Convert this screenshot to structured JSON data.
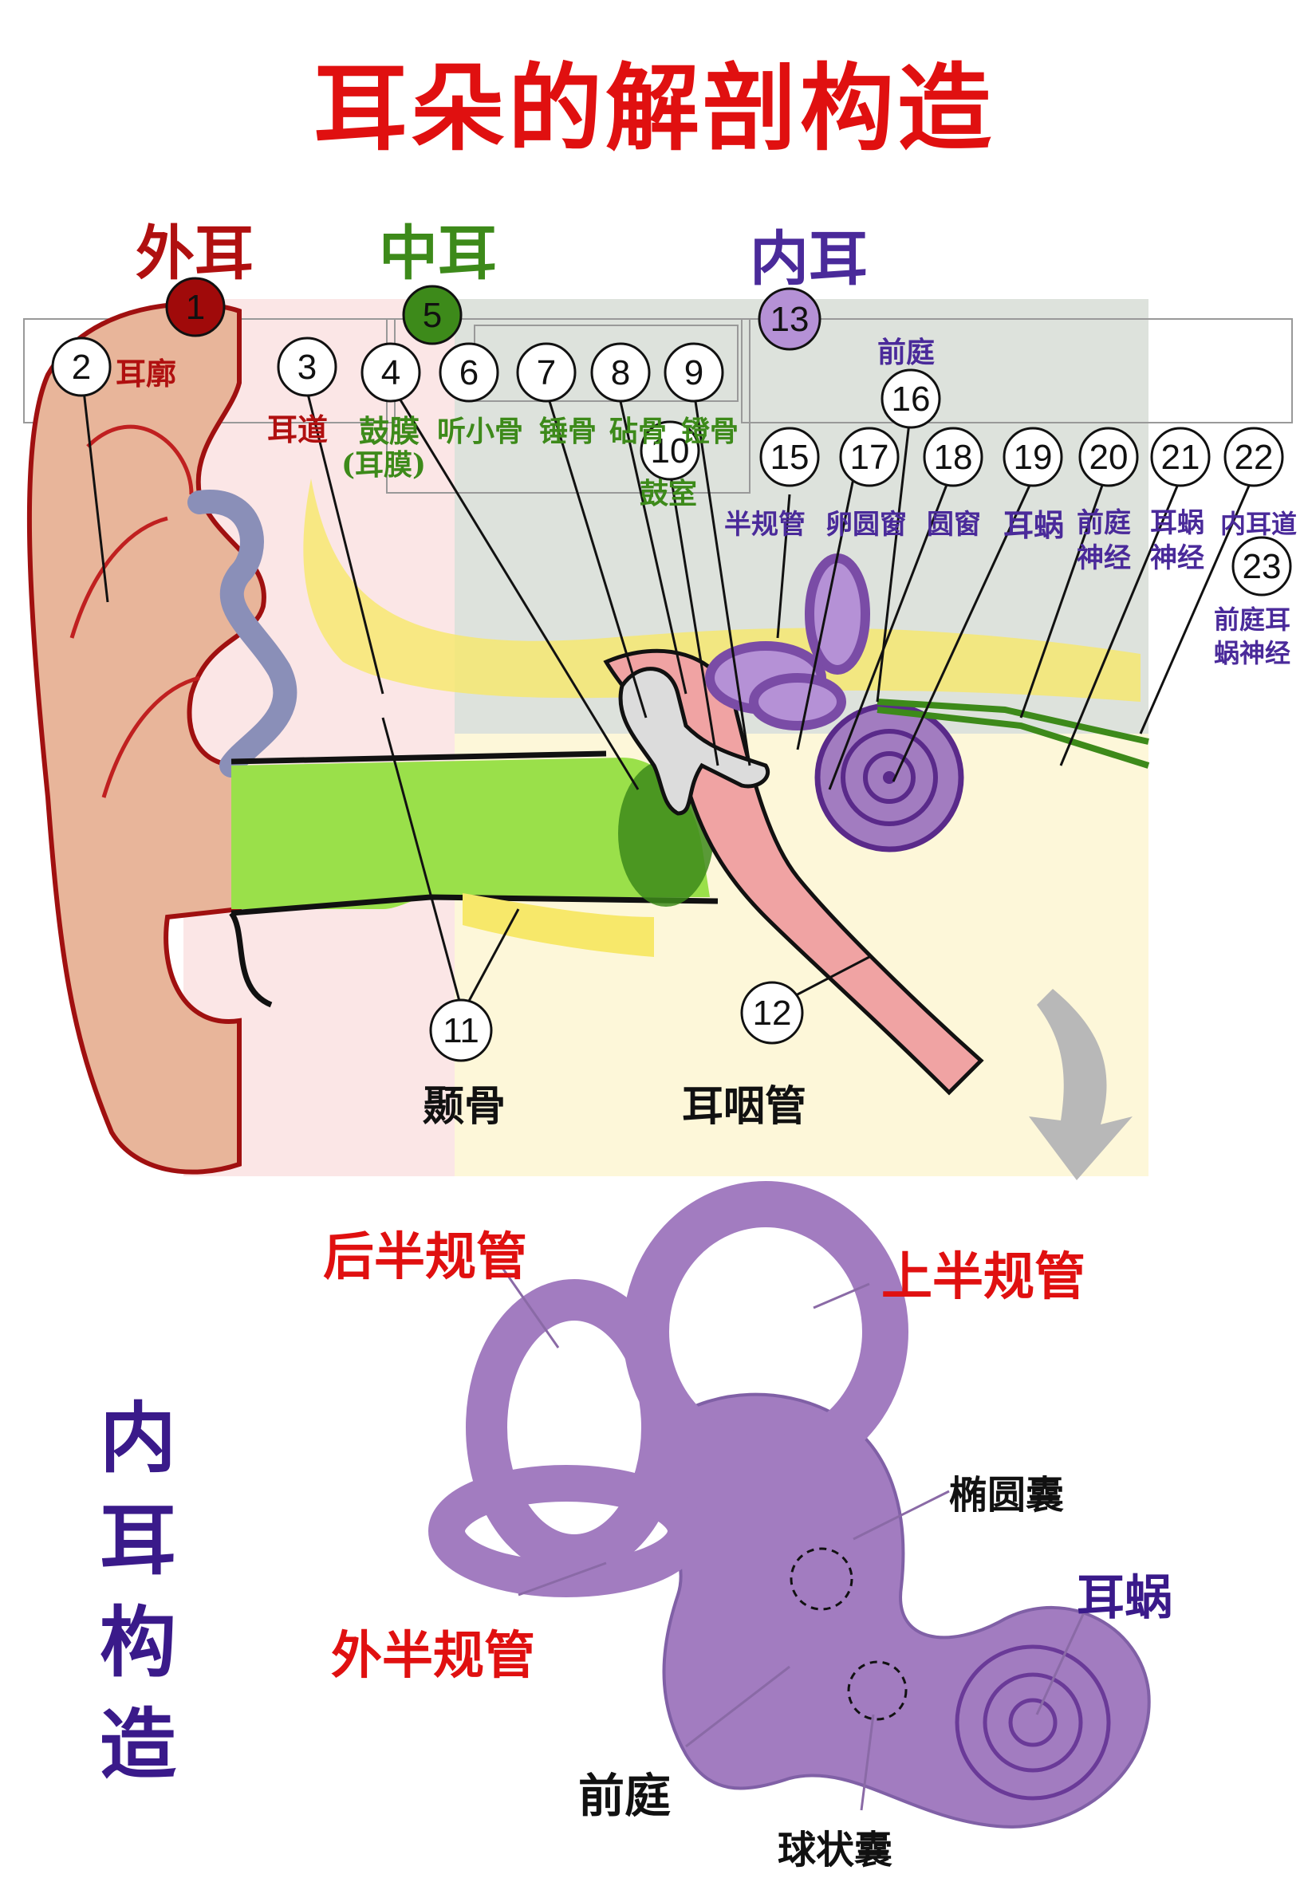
{
  "title": "耳朵的解剖构造",
  "sections": {
    "outer": {
      "label": "外耳",
      "number": "1",
      "color": "#b01010"
    },
    "middle": {
      "label": "中耳",
      "number": "5",
      "color": "#3d8a1a"
    },
    "inner": {
      "label": "内耳",
      "number": "13",
      "color": "#4a2a9a"
    }
  },
  "markers": {
    "m2": {
      "number": "2",
      "label": "耳廓"
    },
    "m3": {
      "number": "3",
      "label": "耳道"
    },
    "m4": {
      "number": "4",
      "label1": "鼓膜",
      "label2": "(耳膜)"
    },
    "m6": {
      "number": "6",
      "label": "听小骨"
    },
    "m7": {
      "number": "7",
      "label": "锤骨"
    },
    "m8": {
      "number": "8",
      "label": "砧骨"
    },
    "m9": {
      "number": "9",
      "label": "镫骨"
    },
    "m10": {
      "number": "10",
      "label": "鼓室"
    },
    "m11": {
      "number": "11",
      "label": "颞骨"
    },
    "m12": {
      "number": "12",
      "label": "耳咽管"
    },
    "m15": {
      "number": "15",
      "label": "半规管"
    },
    "m16": {
      "number": "16",
      "label": "前庭"
    },
    "m17": {
      "number": "17",
      "label": "卵圆窗"
    },
    "m18": {
      "number": "18",
      "label": "圆窗"
    },
    "m19": {
      "number": "19",
      "label": "耳蜗"
    },
    "m20": {
      "number": "20",
      "label1": "前庭",
      "label2": "神经"
    },
    "m21": {
      "number": "21",
      "label1": "耳蜗",
      "label2": "神经"
    },
    "m22": {
      "number": "22",
      "label": "内耳道"
    },
    "m23": {
      "number": "23",
      "label1": "前庭耳",
      "label2": "蜗神经"
    }
  },
  "inner_structure": {
    "title": "内耳构造",
    "posterior_canal": "后半规管",
    "superior_canal": "上半规管",
    "lateral_canal": "外半规管",
    "utricle": "椭圆囊",
    "cochlea": "耳蜗",
    "vestibule": "前庭",
    "saccule": "球状囊"
  },
  "colors": {
    "outer_red": "#b01010",
    "middle_green": "#3d8a1a",
    "inner_purple": "#4a2a9a",
    "title_red": "#e01010",
    "skin": "#e8b59a",
    "bone_yellow": "#f7e86a",
    "canal_green": "#9ae04a",
    "labyrinth": "#a27cc0"
  }
}
